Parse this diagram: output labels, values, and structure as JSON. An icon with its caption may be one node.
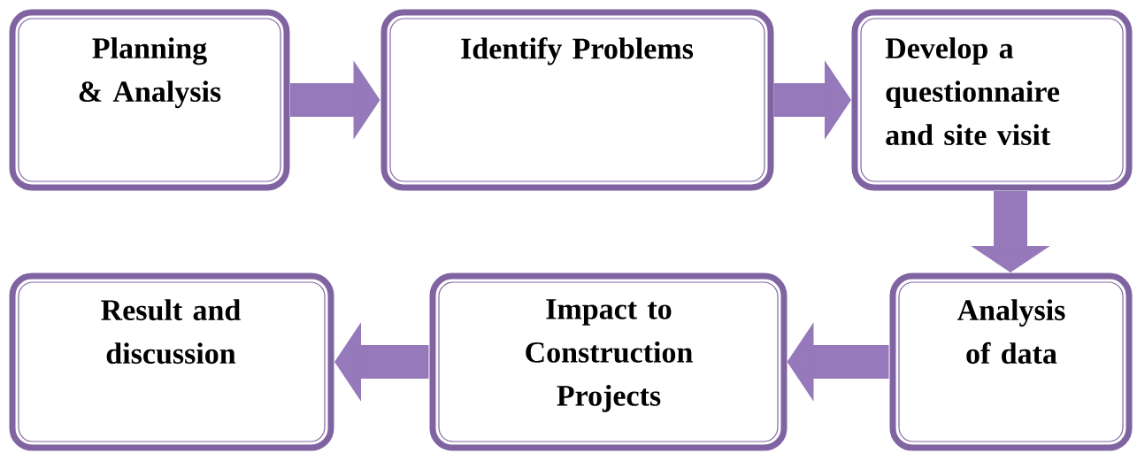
{
  "diagram": {
    "nodes": [
      {
        "text": [
          "Planning & Analysis"
        ]
      },
      {
        "text": [
          "Identify Problems"
        ]
      },
      {
        "text": [
          "Develop a questionnaire and site visit"
        ]
      },
      {
        "text": [
          "Analysis of data"
        ]
      },
      {
        "text": [
          "Impact to Construction Projects"
        ]
      },
      {
        "text": [
          "Result and discussion"
        ]
      }
    ],
    "edges": [
      {
        "from": 0,
        "to": 1,
        "arrow": "to"
      },
      {
        "from": 1,
        "to": 2,
        "arrow": "to"
      },
      {
        "from": 2,
        "to": 3,
        "arrow": "to"
      },
      {
        "from": 3,
        "to": 4,
        "arrow": "to"
      },
      {
        "from": 4,
        "to": 5,
        "arrow": "to"
      }
    ]
  }
}
